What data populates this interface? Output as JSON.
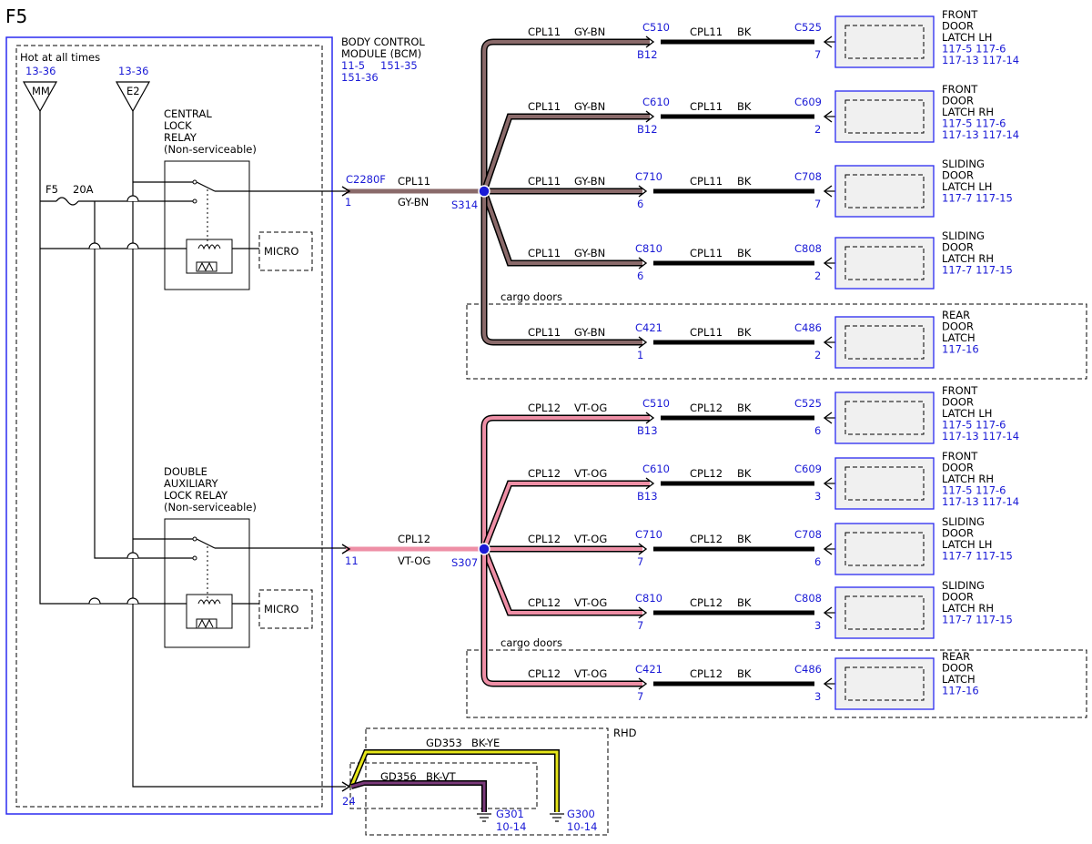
{
  "page_title": "F5",
  "colors": {
    "module_border": "#2a2af0",
    "pin_blue": "#1a1ad6",
    "gy_bn_wire": "#8a6a6a",
    "vt_og_wire": "#ee8fa6",
    "bk_wire": "#000000",
    "bk_ye_wire": "#e6e61a",
    "bk_vt_wire": "#7a3a7a",
    "component_fill": "#f0f0f0"
  },
  "power": {
    "hot_label": "Hot at all times",
    "mm_ref": "13-36",
    "mm_label": "MM",
    "e2_ref": "13-36",
    "e2_label": "E2",
    "fuse_label": "F5",
    "fuse_rating": "20A"
  },
  "bcm": {
    "title_line1": "BODY CONTROL",
    "title_line2": "MODULE (BCM)",
    "ref1": "11-5",
    "ref2": "151-35",
    "ref3": "151-36"
  },
  "relay1": {
    "line1": "CENTRAL",
    "line2": "LOCK",
    "line3": "RELAY",
    "line4": "(Non-serviceable)",
    "micro": "MICRO"
  },
  "relay2": {
    "line1": "DOUBLE",
    "line2": "AUXILIARY",
    "line3": "LOCK RELAY",
    "line4": "(Non-serviceable)",
    "micro": "MICRO"
  },
  "lock_circuit": {
    "connector": "C2280F",
    "pin": "1",
    "circuit": "CPL11",
    "color": "GY-BN",
    "splice": "S314",
    "branches": [
      {
        "circuit": "CPL11",
        "color": "GY-BN",
        "conn1": "C510",
        "pin1": "B12",
        "circuit2": "CPL11",
        "color2": "BK",
        "conn2": "C525",
        "pin2": "7",
        "comp": [
          "FRONT",
          "DOOR",
          "LATCH LH"
        ],
        "refs": [
          "117-5   117-6",
          "117-13   117-14"
        ]
      },
      {
        "circuit": "CPL11",
        "color": "GY-BN",
        "conn1": "C610",
        "pin1": "B12",
        "circuit2": "CPL11",
        "color2": "BK",
        "conn2": "C609",
        "pin2": "2",
        "comp": [
          "FRONT",
          "DOOR",
          "LATCH RH"
        ],
        "refs": [
          "117-5   117-6",
          "117-13   117-14"
        ]
      },
      {
        "circuit": "CPL11",
        "color": "GY-BN",
        "conn1": "C710",
        "pin1": "6",
        "circuit2": "CPL11",
        "color2": "BK",
        "conn2": "C708",
        "pin2": "7",
        "comp": [
          "SLIDING",
          "DOOR",
          "LATCH LH"
        ],
        "refs": [
          "117-7     117-15"
        ]
      },
      {
        "circuit": "CPL11",
        "color": "GY-BN",
        "conn1": "C810",
        "pin1": "6",
        "circuit2": "CPL11",
        "color2": "BK",
        "conn2": "C808",
        "pin2": "2",
        "comp": [
          "SLIDING",
          "DOOR",
          "LATCH RH"
        ],
        "refs": [
          "117-7     117-15"
        ]
      },
      {
        "circuit": "CPL11",
        "color": "GY-BN",
        "conn1": "C421",
        "pin1": "1",
        "circuit2": "CPL11",
        "color2": "BK",
        "conn2": "C486",
        "pin2": "2",
        "comp": [
          "REAR",
          "DOOR",
          "LATCH"
        ],
        "refs": [
          "117-16"
        ]
      }
    ],
    "cargo_label": "cargo doors"
  },
  "unlock_circuit": {
    "pin": "11",
    "circuit": "CPL12",
    "color": "VT-OG",
    "splice": "S307",
    "branches": [
      {
        "circuit": "CPL12",
        "color": "VT-OG",
        "conn1": "C510",
        "pin1": "B13",
        "circuit2": "CPL12",
        "color2": "BK",
        "conn2": "C525",
        "pin2": "6",
        "comp": [
          "FRONT",
          "DOOR",
          "LATCH LH"
        ],
        "refs": [
          "117-5   117-6",
          "117-13   117-14"
        ]
      },
      {
        "circuit": "CPL12",
        "color": "VT-OG",
        "conn1": "C610",
        "pin1": "B13",
        "circuit2": "CPL12",
        "color2": "BK",
        "conn2": "C609",
        "pin2": "3",
        "comp": [
          "FRONT",
          "DOOR",
          "LATCH RH"
        ],
        "refs": [
          "117-5   117-6",
          "117-13   117-14"
        ]
      },
      {
        "circuit": "CPL12",
        "color": "VT-OG",
        "conn1": "C710",
        "pin1": "7",
        "circuit2": "CPL12",
        "color2": "BK",
        "conn2": "C708",
        "pin2": "6",
        "comp": [
          "SLIDING",
          "DOOR",
          "LATCH LH"
        ],
        "refs": [
          "117-7     117-15"
        ]
      },
      {
        "circuit": "CPL12",
        "color": "VT-OG",
        "conn1": "C810",
        "pin1": "7",
        "circuit2": "CPL12",
        "color2": "BK",
        "conn2": "C808",
        "pin2": "3",
        "comp": [
          "SLIDING",
          "DOOR",
          "LATCH RH"
        ],
        "refs": [
          "117-7     117-15"
        ]
      },
      {
        "circuit": "CPL12",
        "color": "VT-OG",
        "conn1": "C421",
        "pin1": "7",
        "circuit2": "CPL12",
        "color2": "BK",
        "conn2": "C486",
        "pin2": "3",
        "comp": [
          "REAR",
          "DOOR",
          "LATCH"
        ],
        "refs": [
          "117-16"
        ]
      }
    ],
    "cargo_label": "cargo doors"
  },
  "ground": {
    "pin": "24",
    "rhd_label": "RHD",
    "wire1_circuit": "GD353",
    "wire1_color": "BK-YE",
    "wire2_circuit": "GD356",
    "wire2_color": "BK-VT",
    "g1_name": "G301",
    "g1_ref": "10-14",
    "g2_name": "G300",
    "g2_ref": "10-14"
  }
}
